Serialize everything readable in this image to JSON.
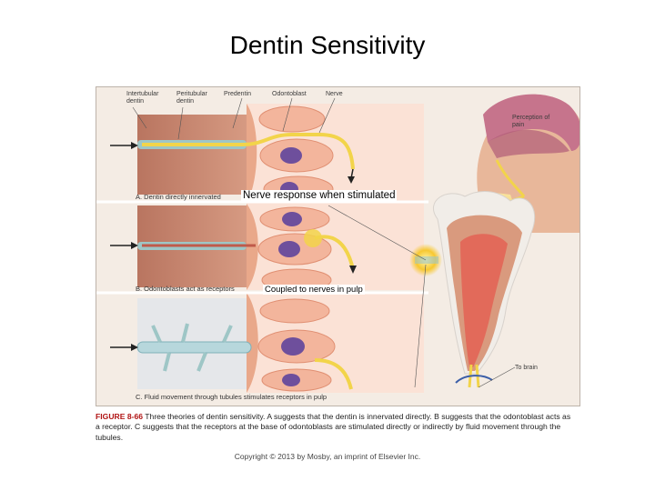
{
  "title": "Dentin Sensitivity",
  "figure": {
    "top_labels": {
      "intertubular": "Intertubular dentin",
      "peritubular": "Peritubular dentin",
      "predentin": "Predentin",
      "odontoblast": "Odontoblast",
      "nerve": "Nerve"
    },
    "perception_label": "Perception of pain",
    "to_brain_label": "To brain",
    "panels": [
      {
        "caption": "A. Dentin directly innervated",
        "overlay": "Nerve response when stimulated"
      },
      {
        "caption": "B. Odontoblasts act as receptors",
        "overlay": "Coupled to nerves in pulp"
      },
      {
        "caption": "C. Fluid movement through tubules stimulates receptors in pulp",
        "overlay": ""
      }
    ]
  },
  "caption": {
    "figure_number": "FIGURE 8-66",
    "text": " Three theories of dentin sensitivity. A suggests that the dentin is innervated directly. B suggests that the odontoblast acts as a receptor. C suggests that the receptors at the base of odontoblasts are stimulated directly or indirectly by fluid movement through the tubules."
  },
  "copyright": "Copyright © 2013 by Mosby, an imprint of Elsevier Inc.",
  "colors": {
    "dentin": "#c8876e",
    "pulp_cell": "#f3b59c",
    "nucleus": "#6e4f9c",
    "nerve": "#f2d44a",
    "tubule": "#9ec6c6"
  }
}
